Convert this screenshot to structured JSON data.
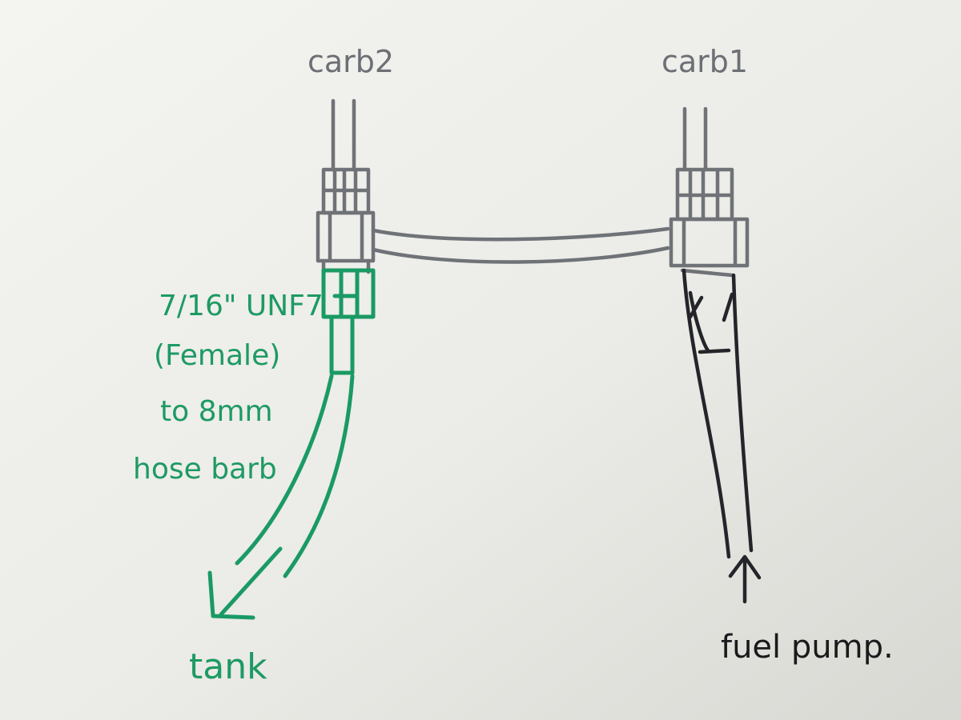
{
  "diagram": {
    "labels": {
      "carb2": "carb2",
      "carb1": "carb1",
      "fitting_line1": "7/16\" UNF7",
      "fitting_line2": "(Female)",
      "fitting_line3": "to 8mm",
      "fitting_line4": "hose barb",
      "tank": "tank",
      "fuel_pump": "fuel pump."
    },
    "colors": {
      "gray_ink": "#6f7277",
      "green_ink": "#1a9a64",
      "black_ink": "#24252a",
      "paper": "#f2f2ef"
    }
  }
}
